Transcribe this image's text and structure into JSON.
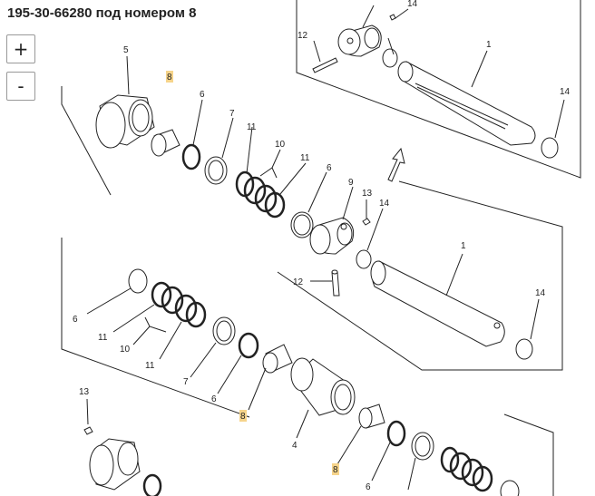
{
  "page": {
    "title": "195-30-66280 под номером 8"
  },
  "controls": {
    "zoom_in": "+",
    "zoom_out": "-"
  },
  "callouts": {
    "n1a": "1",
    "n1b": "1",
    "n4": "4",
    "n5": "5",
    "n6a": "6",
    "n6b": "6",
    "n6c": "6",
    "n6d": "6",
    "n6e": "6",
    "n7a": "7",
    "n7b": "7",
    "n8a": "8",
    "n8b": "8",
    "n8c": "8",
    "n9": "9",
    "n10a": "10",
    "n10b": "10",
    "n11a": "11",
    "n11b": "11",
    "n11c": "11",
    "n11d": "11",
    "n12a": "12",
    "n12b": "12",
    "n13a": "13",
    "n13b": "13",
    "n14a": "14",
    "n14b": "14",
    "n14c": "14",
    "n14d": "14"
  },
  "colors": {
    "highlight": "#f6d48b",
    "line": "#222222"
  }
}
